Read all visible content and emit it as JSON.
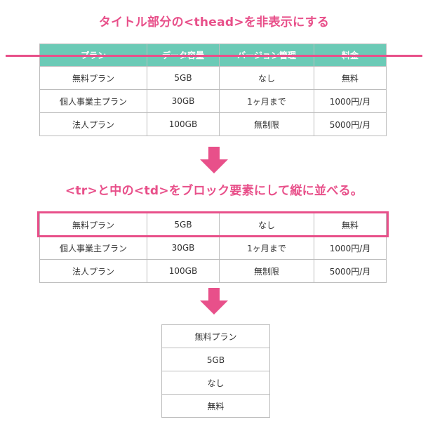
{
  "headings": {
    "step1": "タイトル部分の<thead>を非表示にする",
    "step2": "<tr>と中の<td>をブロック要素にして縦に並べる。"
  },
  "columns": [
    "プラン",
    "データ容量",
    "バージョン管理",
    "料金"
  ],
  "rows": [
    [
      "無料プラン",
      "5GB",
      "なし",
      "無料"
    ],
    [
      "個人事業主プラン",
      "30GB",
      "1ヶ月まで",
      "1000円/月"
    ],
    [
      "法人プラン",
      "100GB",
      "無制限",
      "5000円/月"
    ]
  ],
  "stacked_cells": [
    "無料プラン",
    "5GB",
    "なし",
    "無料"
  ],
  "colors": {
    "accent": "#e8508a",
    "header_bg": "#6bcab6",
    "border": "#bdbdbd",
    "text": "#333333"
  },
  "icons": [
    "arrow-down-icon",
    "arrow-down-icon"
  ]
}
